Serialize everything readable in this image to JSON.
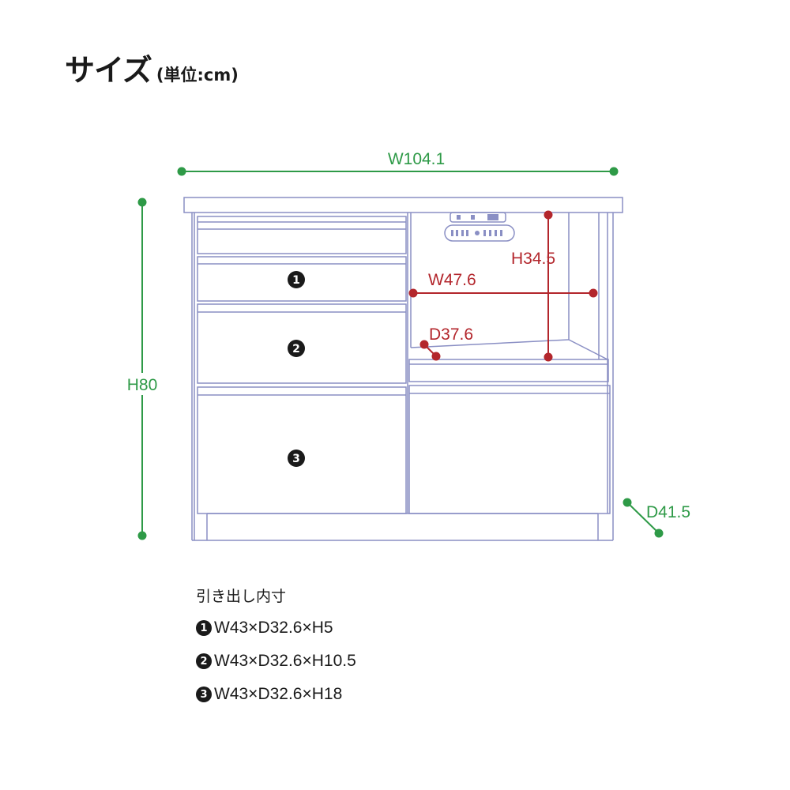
{
  "header": {
    "title": "サイズ",
    "unit": "(単位:cm)"
  },
  "dimensions": {
    "width": "W104.1",
    "height": "H80",
    "depth": "D41.5",
    "opening_height": "H34.5",
    "opening_width": "W47.6",
    "opening_depth": "D37.6"
  },
  "drawer_labels": [
    "1",
    "2",
    "3"
  ],
  "drawer_specs": {
    "heading": "引き出し内寸",
    "items": [
      {
        "num": "1",
        "text": "W43×D32.6×H5"
      },
      {
        "num": "2",
        "text": "W43×D32.6×H10.5"
      },
      {
        "num": "3",
        "text": "W43×D32.6×H18"
      }
    ]
  },
  "colors": {
    "outline": "#8a8fc4",
    "dimension_green": "#2e9a47",
    "dimension_red": "#b3262c",
    "text": "#1a1a1a"
  }
}
